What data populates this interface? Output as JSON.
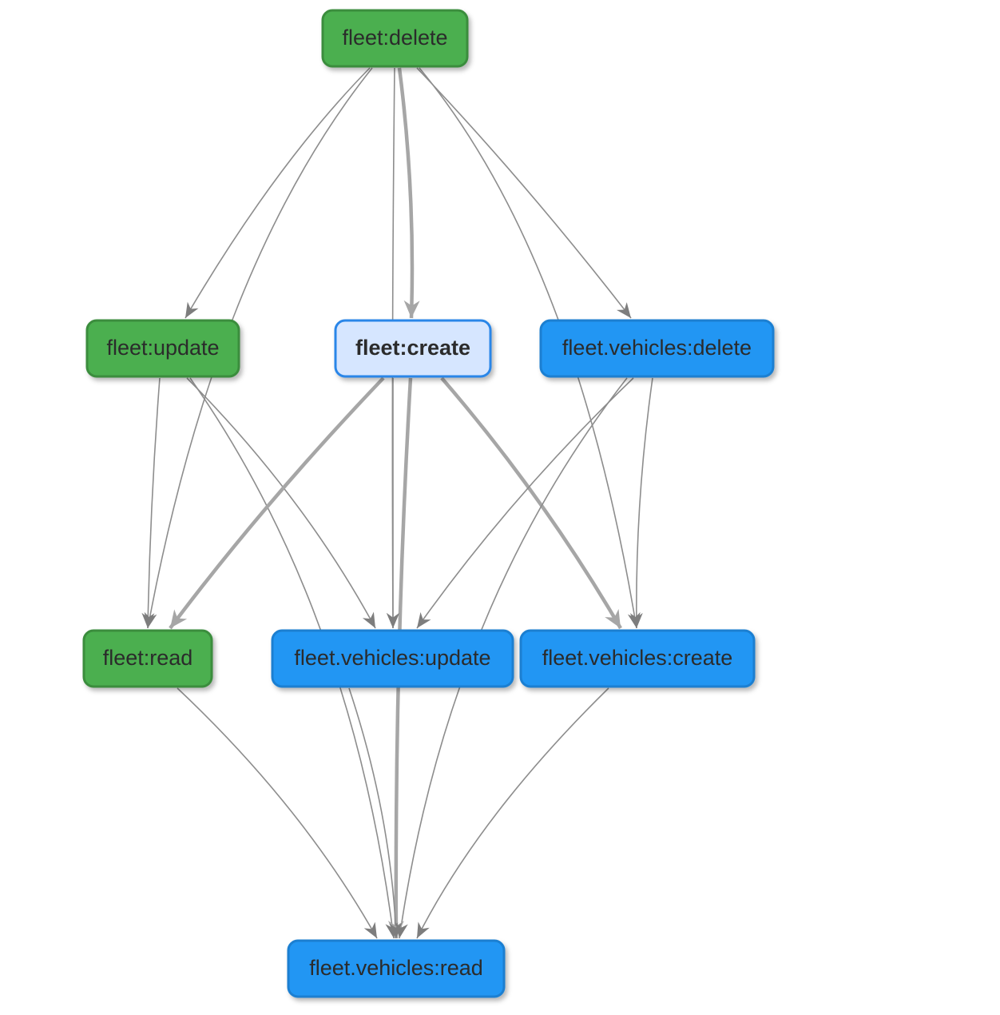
{
  "colors": {
    "green_fill": "#4caf50",
    "green_stroke": "#3a8d3e",
    "blue_fill": "#2196f3",
    "blue_stroke": "#1a7fd1",
    "selected_fill": "#d6e6ff",
    "selected_stroke": "#2a86e8",
    "edge": "#8d8d8d",
    "edge_highlight": "#a6a6a6"
  },
  "nodes": [
    {
      "id": "fleet_delete",
      "label": "fleet:delete",
      "style": "green"
    },
    {
      "id": "fleet_update",
      "label": "fleet:update",
      "style": "green"
    },
    {
      "id": "fleet_create",
      "label": "fleet:create",
      "style": "selected"
    },
    {
      "id": "vehicles_delete",
      "label": "fleet.vehicles:delete",
      "style": "blue"
    },
    {
      "id": "fleet_read",
      "label": "fleet:read",
      "style": "green"
    },
    {
      "id": "vehicles_update",
      "label": "fleet.vehicles:update",
      "style": "blue"
    },
    {
      "id": "vehicles_create",
      "label": "fleet.vehicles:create",
      "style": "blue"
    },
    {
      "id": "vehicles_read",
      "label": "fleet.vehicles:read",
      "style": "blue"
    }
  ],
  "edges": [
    {
      "from": "fleet_delete",
      "to": "fleet_update",
      "highlight": false
    },
    {
      "from": "fleet_delete",
      "to": "fleet_read",
      "highlight": false
    },
    {
      "from": "fleet_delete",
      "to": "fleet_create",
      "highlight": true
    },
    {
      "from": "fleet_delete",
      "to": "vehicles_update",
      "highlight": false
    },
    {
      "from": "fleet_delete",
      "to": "vehicles_delete",
      "highlight": false
    },
    {
      "from": "fleet_delete",
      "to": "vehicles_create",
      "highlight": false
    },
    {
      "from": "fleet_update",
      "to": "fleet_read",
      "highlight": false
    },
    {
      "from": "fleet_update",
      "to": "vehicles_update",
      "highlight": false
    },
    {
      "from": "fleet_update",
      "to": "vehicles_read",
      "highlight": false
    },
    {
      "from": "fleet_create",
      "to": "fleet_read",
      "highlight": true
    },
    {
      "from": "fleet_create",
      "to": "vehicles_update",
      "highlight": false
    },
    {
      "from": "fleet_create",
      "to": "vehicles_create",
      "highlight": true
    },
    {
      "from": "fleet_create",
      "to": "vehicles_read",
      "highlight": true
    },
    {
      "from": "vehicles_delete",
      "to": "vehicles_update",
      "highlight": false
    },
    {
      "from": "vehicles_delete",
      "to": "vehicles_create",
      "highlight": false
    },
    {
      "from": "vehicles_delete",
      "to": "vehicles_read",
      "highlight": false
    },
    {
      "from": "fleet_read",
      "to": "vehicles_read",
      "highlight": false
    },
    {
      "from": "vehicles_update",
      "to": "vehicles_read",
      "highlight": false
    },
    {
      "from": "vehicles_create",
      "to": "vehicles_read",
      "highlight": false
    }
  ]
}
